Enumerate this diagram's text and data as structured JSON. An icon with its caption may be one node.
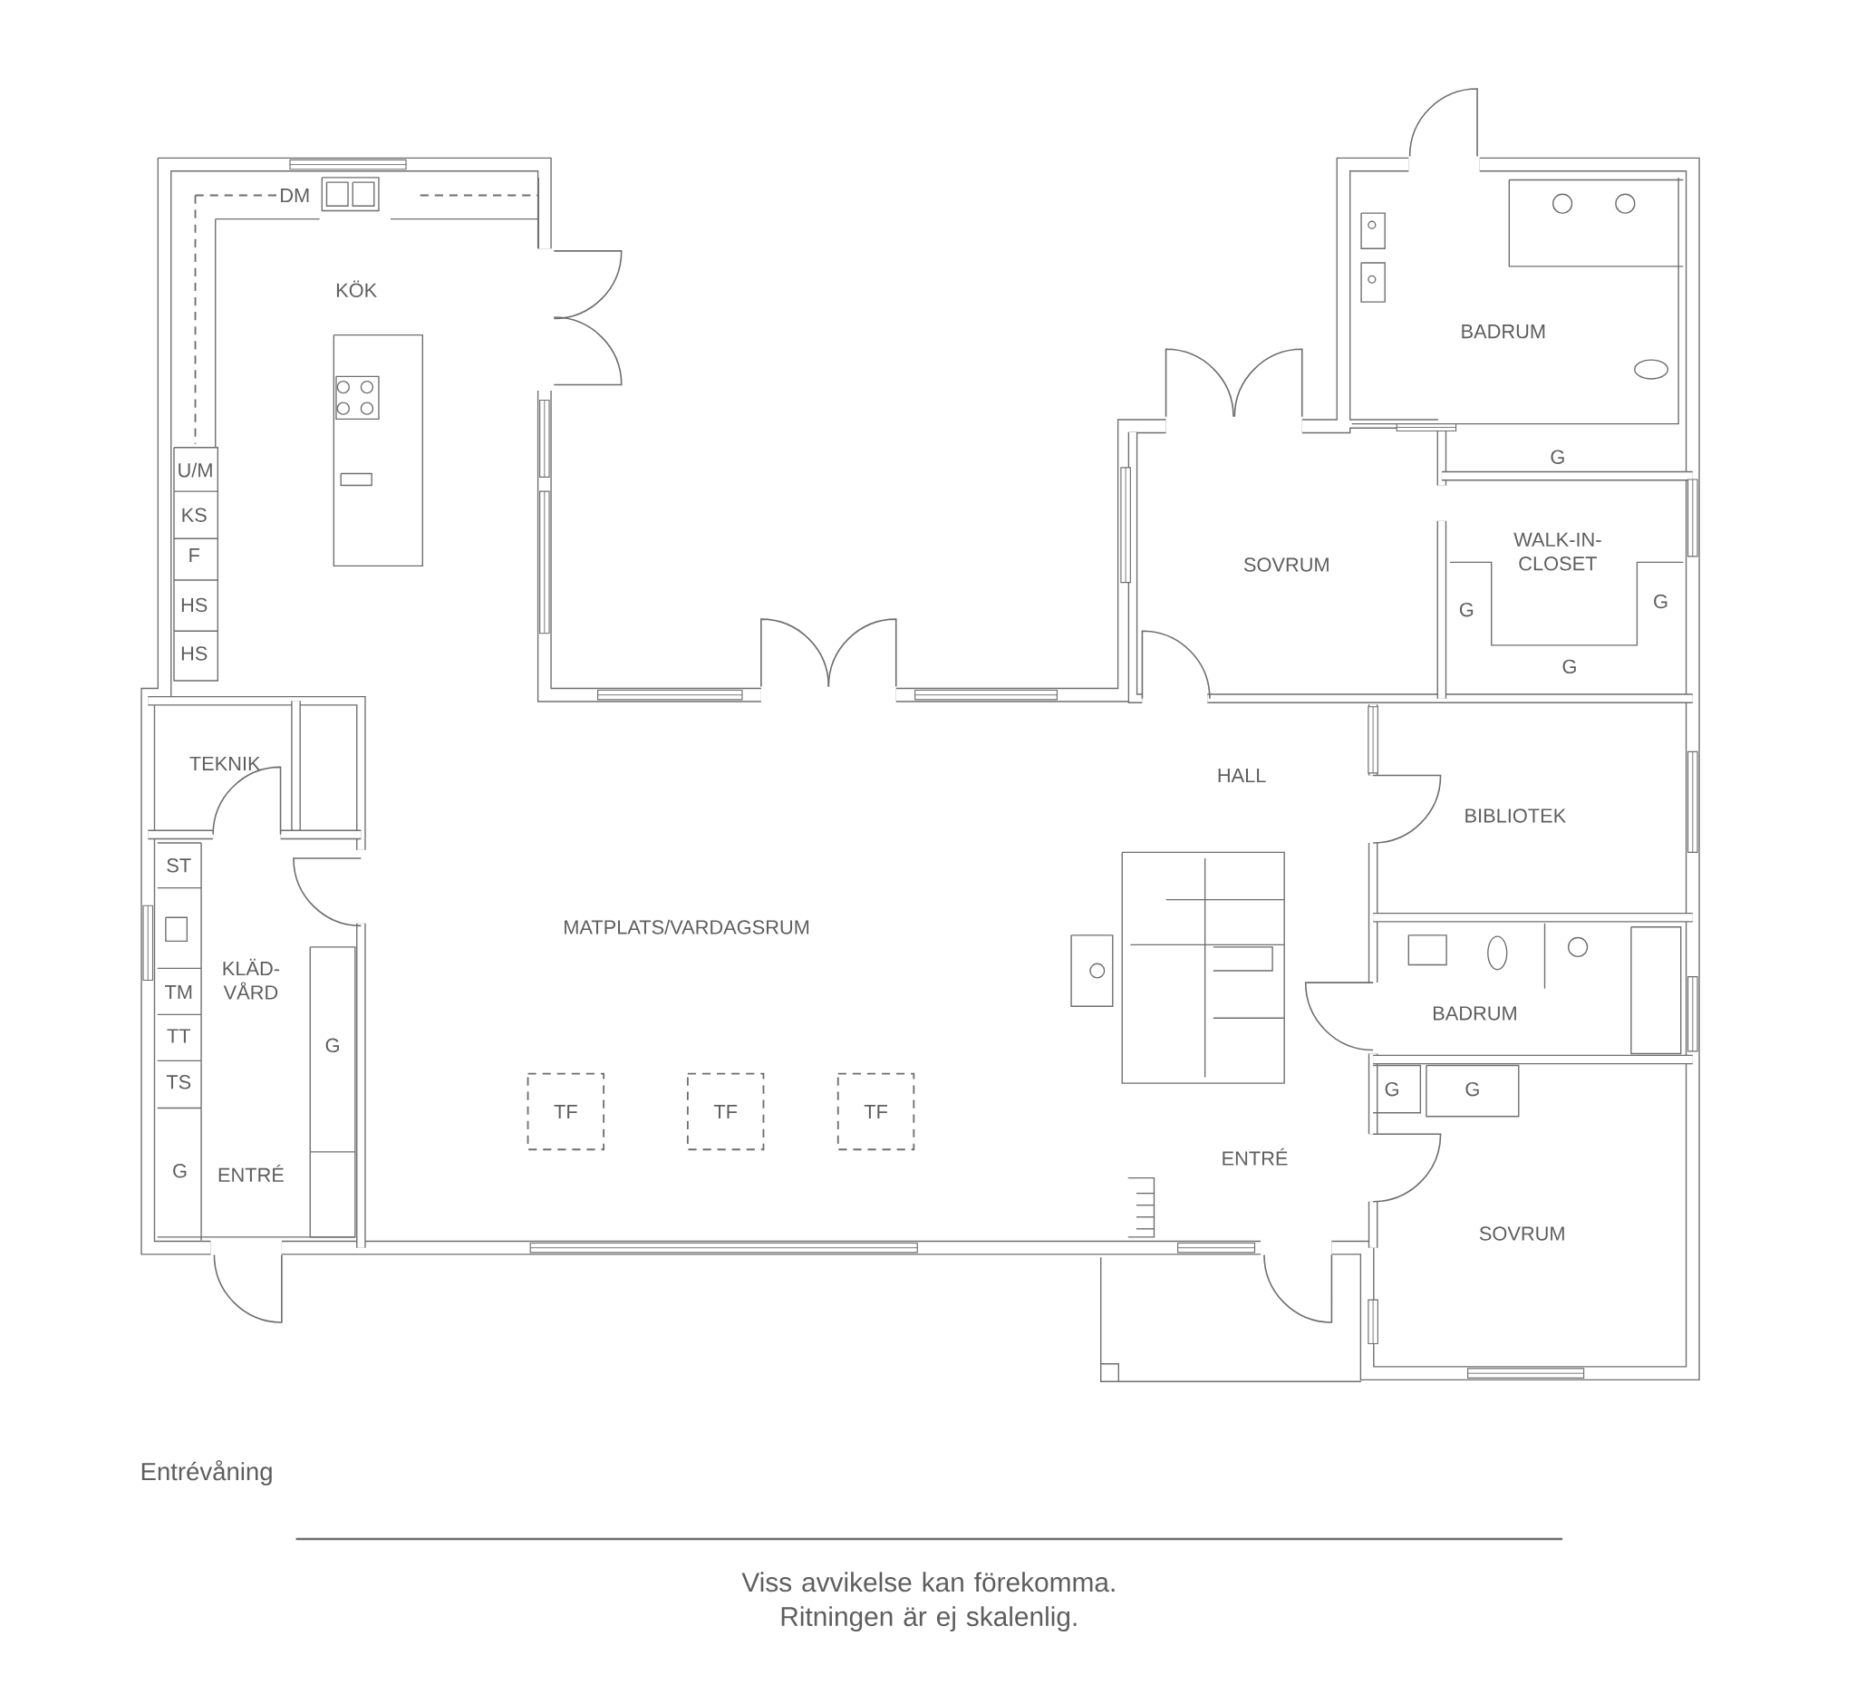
{
  "diagram": {
    "title": "Entrévåning",
    "caption": "Viss avvikelse kan förekomma. Ritningen är ej skalenlig.",
    "labels": [
      "DM",
      "KÖK",
      "U/M",
      "KS",
      "F",
      "HS",
      "HS",
      "BADRUM",
      "G",
      "SOVRUM",
      "WALK-IN-CLOSET",
      "G",
      "G",
      "G",
      "TEKNIK",
      "HALL",
      "BIBLIOTEK",
      "ST",
      "MATPLATS/VARDAGSRUM",
      "KLÄD-VÅRD",
      "TM",
      "BADRUM",
      "TT",
      "G",
      "TS",
      "G",
      "G",
      "TF",
      "TF",
      "TF",
      "ENTRÉ",
      "G",
      "ENTRÉ",
      "SOVRUM"
    ]
  }
}
